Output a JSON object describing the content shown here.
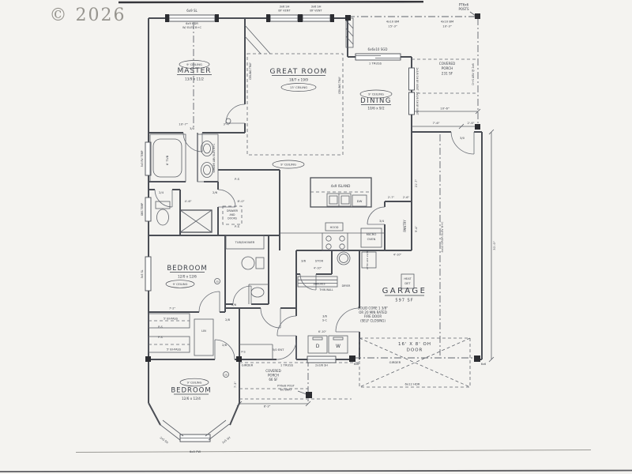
{
  "stamp": {
    "copyright": "© 2026"
  },
  "rooms": {
    "master": {
      "name": "MASTER",
      "size": "13/9 x 11/2",
      "ceiling": "9' CEILING"
    },
    "great_room": {
      "name": "GREAT ROOM",
      "size": "18/7 x 19/9",
      "ceiling": "13' CEILING"
    },
    "dining": {
      "name": "DINING",
      "size": "10/6 x 9/2",
      "ceiling": "9' CEILING"
    },
    "kitchen": {
      "ceiling": "9' CEILING"
    },
    "bedroom_mid": {
      "name": "BEDROOM",
      "size": "12/0 x 12/6",
      "ceiling": "9' CEILING"
    },
    "bedroom_front": {
      "name": "BEDROOM",
      "size": "12/6 x 12/4",
      "ceiling": "9' CEILING"
    },
    "garage": {
      "name": "GARAGE",
      "area": "597 SF"
    },
    "porch_rear": {
      "line1": "COVERED",
      "line2": "PORCH",
      "area": "231 SF"
    },
    "porch_front": {
      "line1": "COVERED",
      "line2": "PORCH",
      "area": "66 SF"
    }
  },
  "windows": {
    "sl69": "6x9 SL",
    "hdr69a": "6x9 HDR",
    "hdr69b": "W/ ELEV B+C",
    "sh36": "3x6 SH",
    "byvent": "BY VENT",
    "sgd": "6x6x10 SGD",
    "sh236v": "2x3/6 SH BY VENT",
    "sh236": "2x3/6 SH",
    "sl55": "5x5 SL",
    "rv": "5x3 RV TEMP",
    "obs": "OBS TEMP",
    "pw": "6x5 PW",
    "sh25": "2x5 SH"
  },
  "doors": {
    "ent": "3/0 ENT",
    "d30": "3/0",
    "d26": "2/6",
    "d24": "2/4",
    "d28": "2/8",
    "d34": "3/4",
    "sc1": "3/6",
    "sc2": "S-C",
    "stor36": "3/6",
    "oh1": "16' X 8' OH",
    "oh2": "DOOR",
    "bipass": "5' BI-PASS"
  },
  "fixtures": {
    "tub": "6' TUB",
    "tubshower": "TUB/SHOWER",
    "island": "4x9 ISLAND",
    "dw": "DW",
    "hood": "HOOD",
    "micro1": "MICRO",
    "micro2": "OVEN",
    "pantry": "PANTRY",
    "stor": "STOR",
    "shelves": "SHELVES",
    "thinwall": "THIN WALL",
    "dryer": "DRYER",
    "w": "W",
    "d": "D",
    "lin": "LIN",
    "ps": "P-S",
    "attic": "ATTIC ACC 22/30",
    "dr1": "DRAWER",
    "dr2": "AND",
    "dr3": "DOORS",
    "heat1": "HEAT",
    "heat2": "DET",
    "sd": "SD"
  },
  "structure": {
    "truss": "1 TRUSS",
    "girder": "GIRDER",
    "beam": "4x10 BM",
    "posts1": "PT6x6",
    "posts2": "POSTS",
    "postb1": "PT6x6 POST",
    "postb2": "W/ BRKT",
    "hdr612": "6x12 HDR",
    "p66": "6x6",
    "grdr_g": "4x12 GRDR ELEV B+C",
    "grdr_abv": "GIRDER ABV ELEV B+C",
    "tray": "CEILING TRAY",
    "ds_abv": "D+S ABV @ 2x6"
  },
  "notes": {
    "fire_door": [
      "SOLID CORE 1 3/8\"",
      "OR 20 MIN RATED",
      "FIRE DOOR",
      "(SELF CLOSING)"
    ]
  },
  "dims": {
    "d107": "10'-7\"",
    "d34": "3'-4\"",
    "d46": "4'-6\"",
    "d80": "8'-0\"",
    "d72": "7'-2\"",
    "d217": "21'-7\"",
    "d94": "9'-4\"",
    "d310": "31'-0\"",
    "d106": "10'-6\"",
    "d76": "7'-6\"",
    "d26": "2'-6\"",
    "d27": "2'-7\"",
    "d410": "4'-10\"",
    "d610": "6'-10\"",
    "d83": "8'-3\"",
    "d73": "7'-3\"",
    "len153": "15'-3\"",
    "len103": "10'-3\""
  }
}
